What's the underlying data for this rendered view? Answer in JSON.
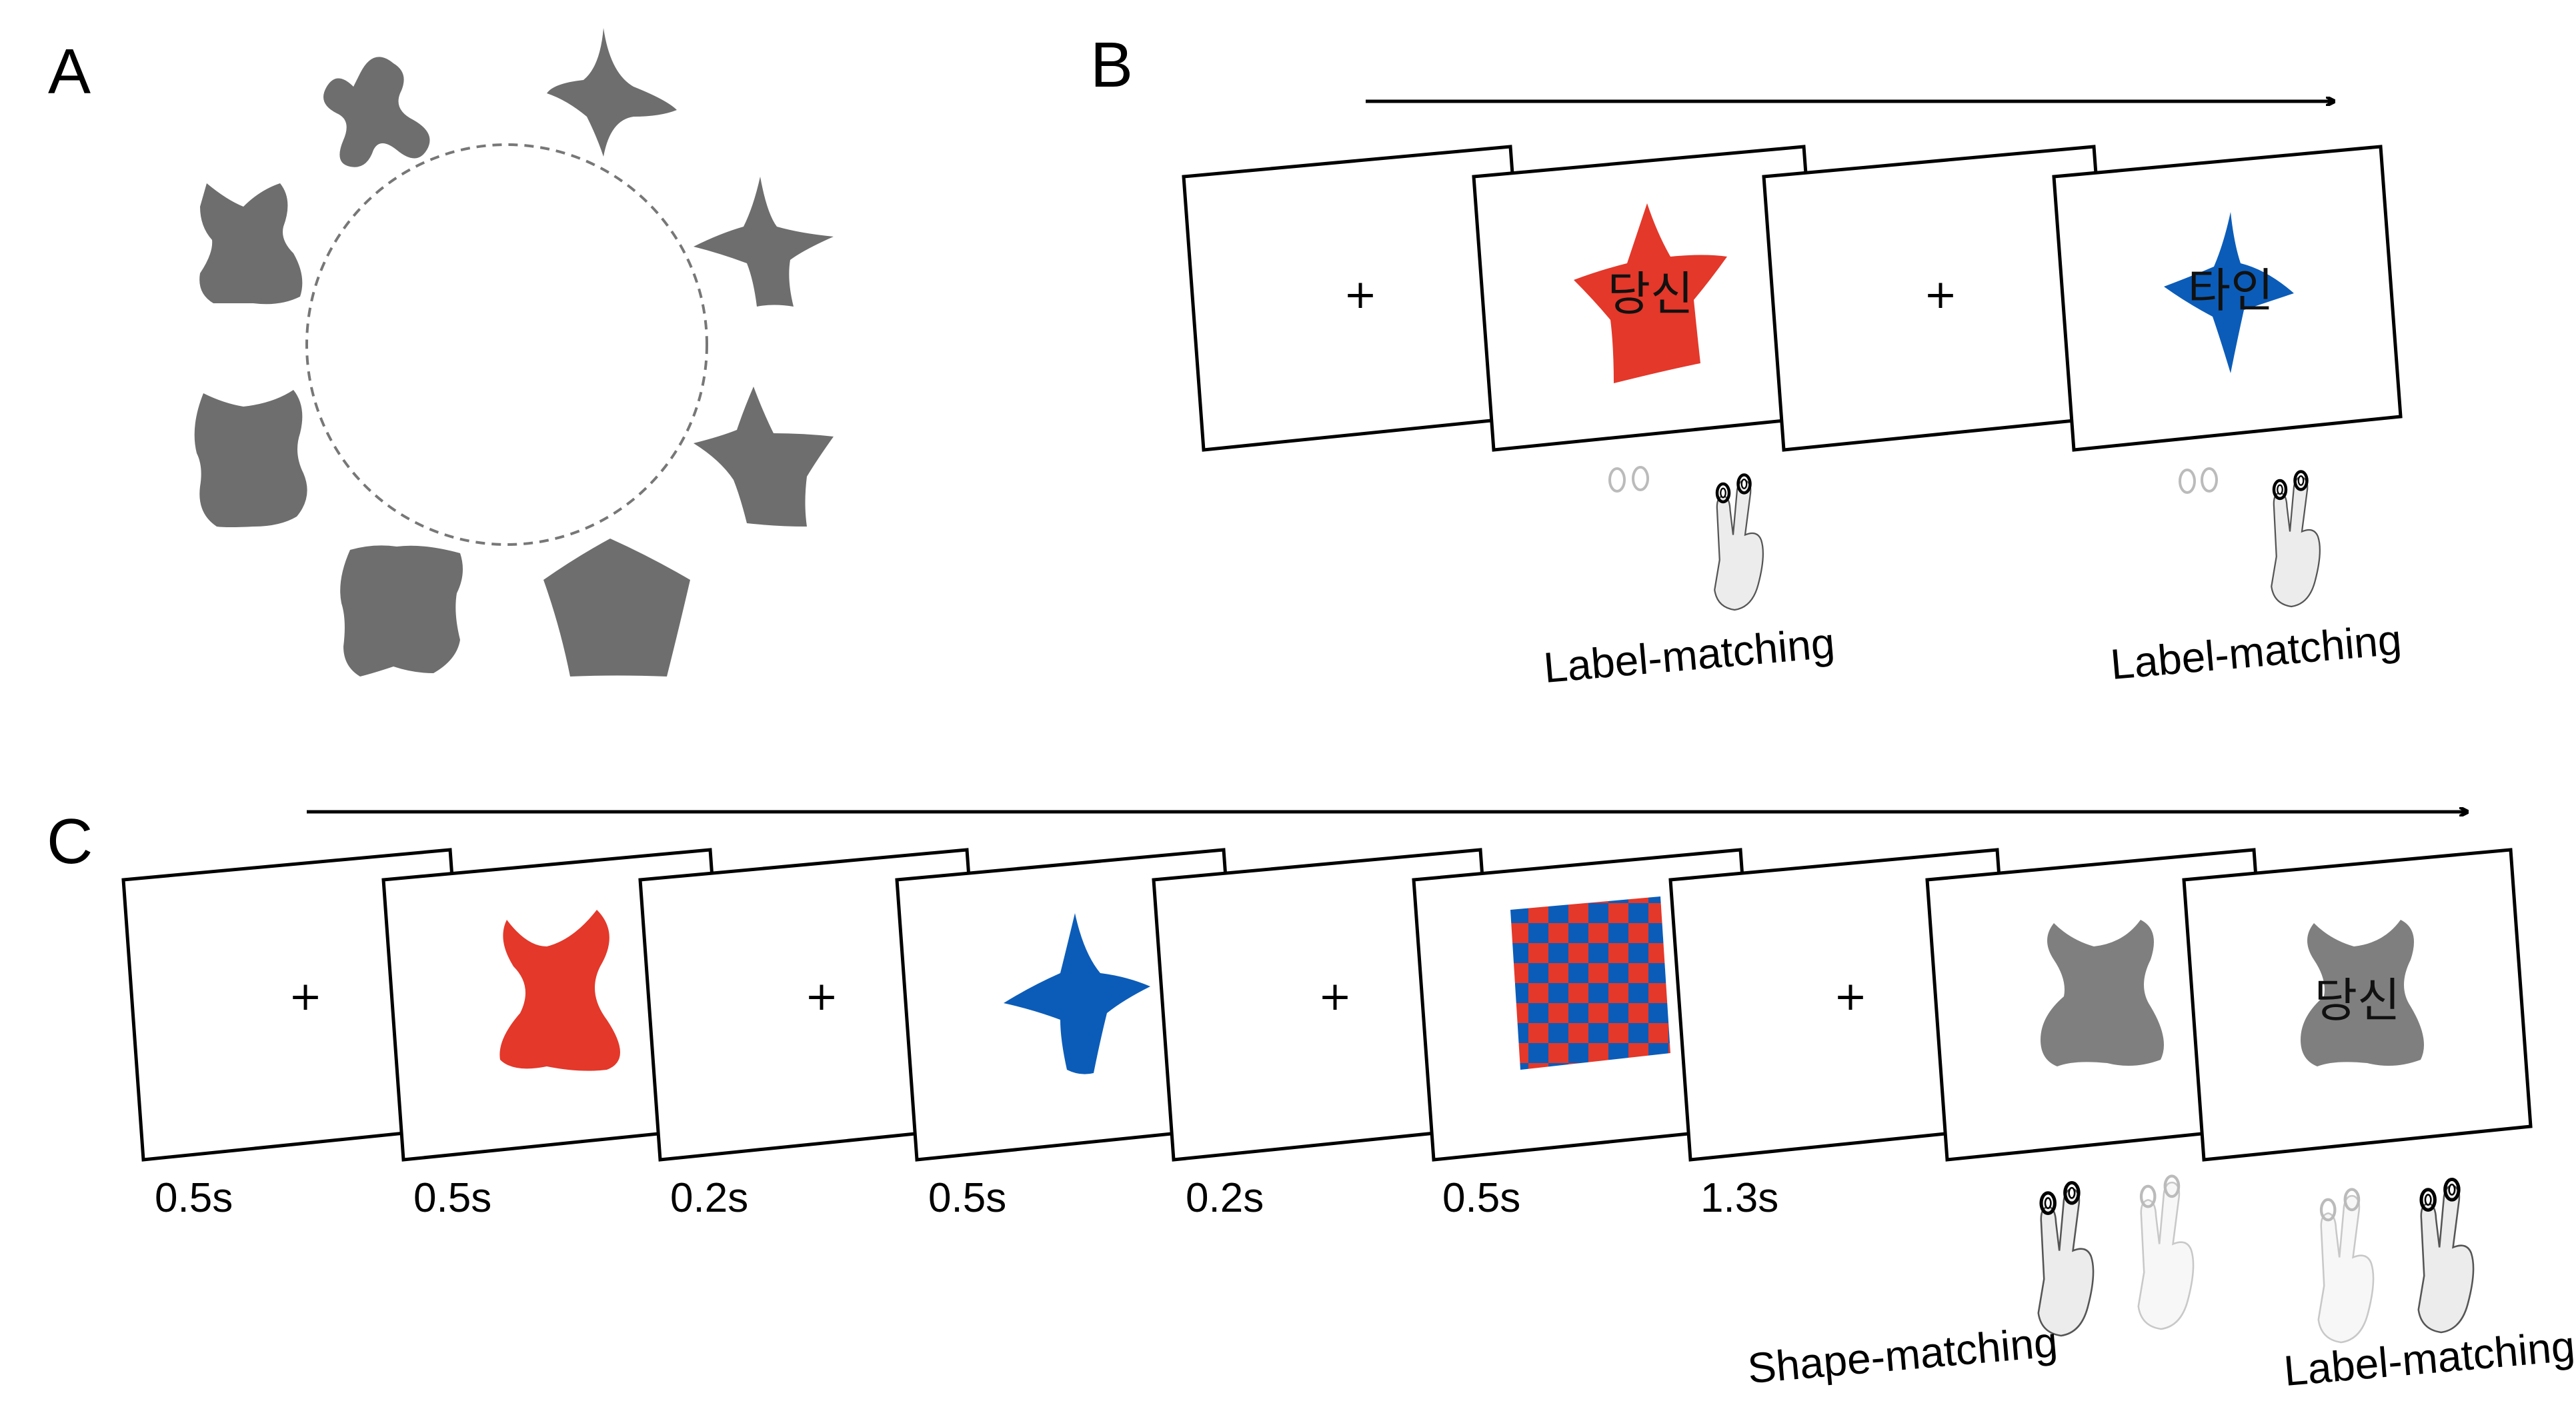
{
  "panels": {
    "a": {
      "letter": "A"
    },
    "b": {
      "letter": "B",
      "fixation": "+",
      "labels": [
        "당신",
        "타인"
      ],
      "captions": [
        "Label-matching",
        "Label-matching"
      ]
    },
    "c": {
      "letter": "C",
      "fixation": "+",
      "label": "당신",
      "durations": [
        "0.5s",
        "0.5s",
        "0.2s",
        "0.5s",
        "0.2s",
        "0.5s",
        "1.3s"
      ],
      "captions": [
        "Shape-matching",
        "Label-matching"
      ]
    }
  },
  "colors": {
    "shape_gray": "#6e6e6e",
    "stim_gray": "#7f7f7f",
    "red": "#e3382a",
    "blue": "#0b5cb8"
  }
}
